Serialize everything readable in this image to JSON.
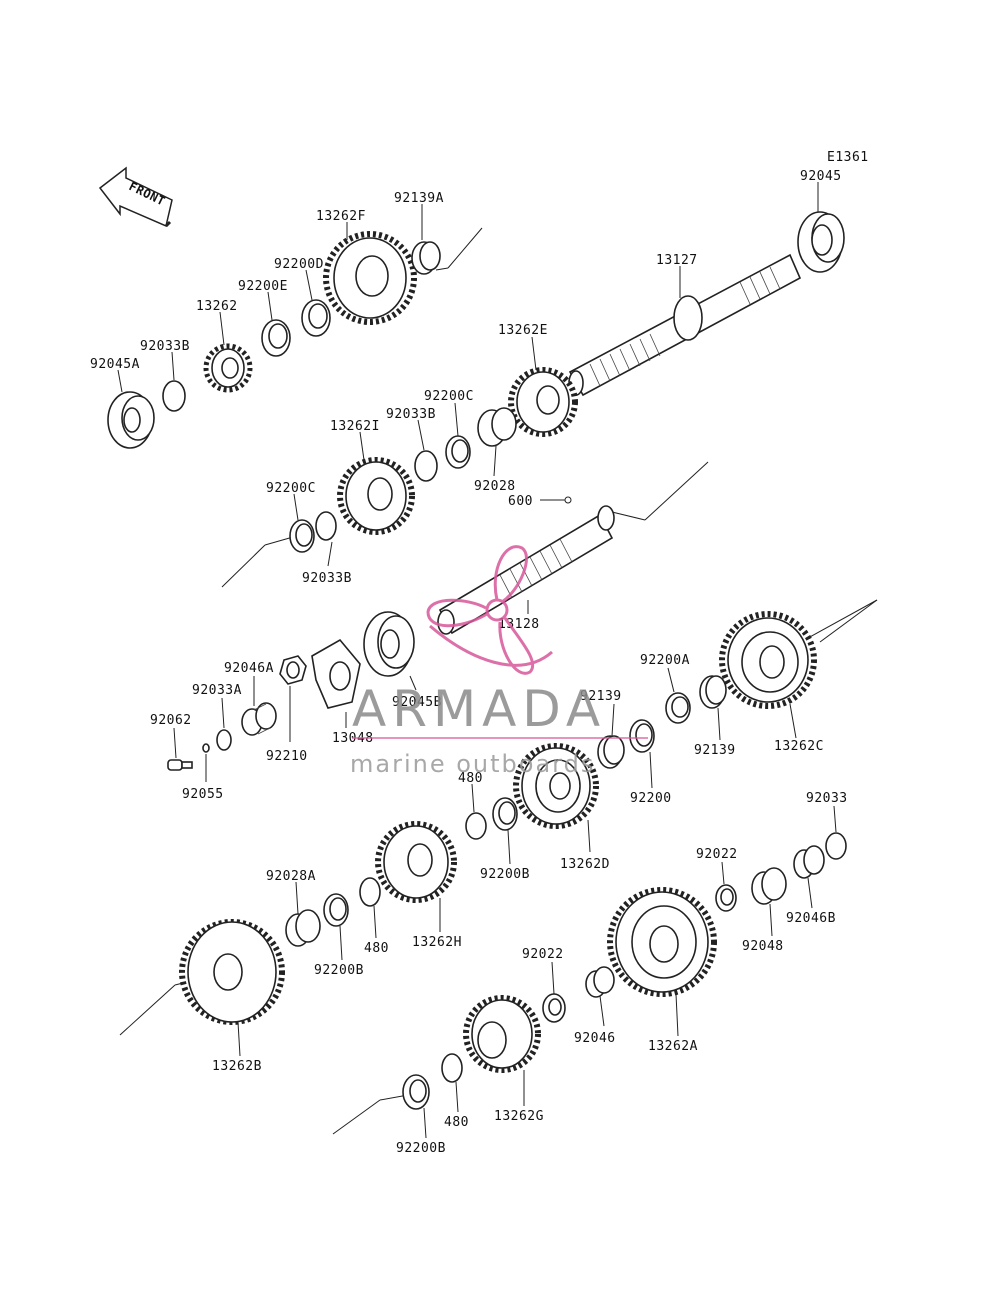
{
  "diagram_code": "E1361",
  "front_label": "FRONT",
  "watermark": {
    "brand": "ARMADA",
    "tagline": "marine outboards",
    "logo_color": "#d8589a"
  },
  "labels": {
    "l92045": "92045",
    "l13127": "13127",
    "l92139A": "92139A",
    "l13262F": "13262F",
    "l92200D": "92200D",
    "l92200E": "92200E",
    "l13262": "13262",
    "l92033B_a": "92033B",
    "l92045A": "92045A",
    "l13262E": "13262E",
    "l92200C_a": "92200C",
    "l92033B_b": "92033B",
    "l13262I": "13262I",
    "l92028": "92028",
    "l92200C_b": "92200C",
    "l92033B_c": "92033B",
    "l600": "600",
    "l13128": "13128",
    "l92046A": "92046A",
    "l92033A": "92033A",
    "l92062": "92062",
    "l92210": "92210",
    "l92055": "92055",
    "l13048": "13048",
    "l92045B": "92045B",
    "l92200A": "92200A",
    "l92139_a": "92139",
    "l92139_b": "92139",
    "l13262C": "13262C",
    "l92200": "92200",
    "l480_a": "480",
    "l92200B_a": "92200B",
    "l13262D": "13262D",
    "l92033": "92033",
    "l92022_a": "92022",
    "l92046B": "92046B",
    "l92048": "92048",
    "l92028A": "92028A",
    "l92200B_b": "92200B",
    "l480_b": "480",
    "l13262H": "13262H",
    "l13262B": "13262B",
    "l92022_b": "92022",
    "l92046": "92046",
    "l13262A": "13262A",
    "l480_c": "480",
    "l13262G": "13262G",
    "l92200B_c": "92200B"
  }
}
